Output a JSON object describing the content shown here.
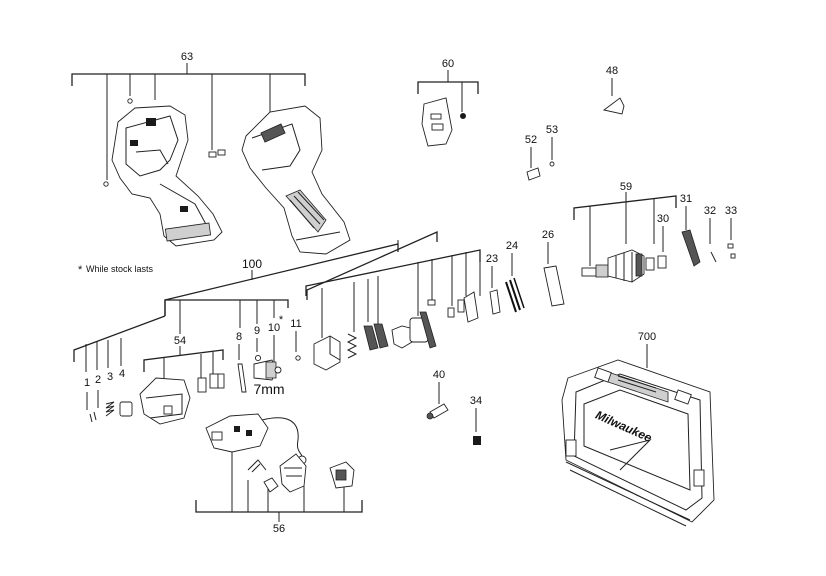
{
  "labels": {
    "p63": "63",
    "p60": "60",
    "p48": "48",
    "p53": "53",
    "p52": "52",
    "p59": "59",
    "p31": "31",
    "p30": "30",
    "p32": "32",
    "p33": "33",
    "p100": "100",
    "p26": "26",
    "p24": "24",
    "p23": "23",
    "p8": "8",
    "p9": "9",
    "p10": "10",
    "p11": "11",
    "p54": "54",
    "p1": "1",
    "p2": "2",
    "p3": "3",
    "p4": "4",
    "p700": "700",
    "p40": "40",
    "p34": "34",
    "p56": "56"
  },
  "asterisk": "*",
  "stock_note": "While stock lasts",
  "size_note": "7mm",
  "brand": "Milwaukee",
  "colors": {
    "ink": "#222222",
    "background": "#ffffff"
  }
}
